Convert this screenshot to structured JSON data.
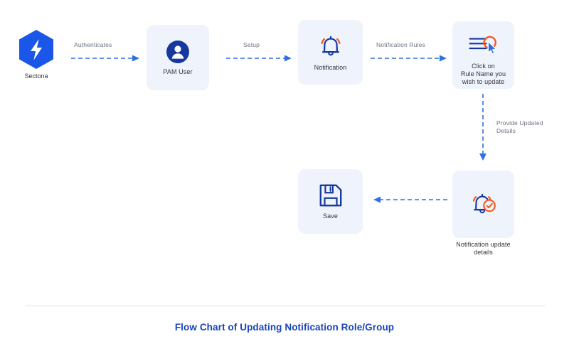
{
  "diagram": {
    "title": "Flow Chart of Updating Notification Role/Group",
    "colors": {
      "brand_blue": "#1a56e8",
      "deep_blue": "#17389e",
      "card_bg": "#eff3fc",
      "accent_orange": "#f4591d",
      "arrow_blue": "#2f6fe4",
      "label_gray": "#6b7280",
      "title_blue": "#1744b8",
      "divider_gray": "#e2e2e2"
    },
    "nodes": [
      {
        "id": "sectona",
        "label": "Sectona",
        "icon": "sectona-hexagon-bolt-icon",
        "shape": "hexagon"
      },
      {
        "id": "pam-user",
        "label": "PAM User",
        "icon": "user-avatar-icon",
        "shape": "card"
      },
      {
        "id": "notification",
        "label": "Notification",
        "icon": "bell-ringing-icon",
        "shape": "card"
      },
      {
        "id": "click-rule-name",
        "label": "Click on\nRule Name you\nwish to update",
        "icon": "list-cursor-click-icon",
        "shape": "card"
      },
      {
        "id": "notification-update-details",
        "label": "Notification update\ndetails",
        "icon": "bell-check-icon",
        "shape": "card"
      },
      {
        "id": "save",
        "label": "Save",
        "icon": "floppy-disk-save-icon",
        "shape": "card"
      }
    ],
    "connectors": [
      {
        "id": "c1",
        "label": "Authenticates",
        "from": "sectona",
        "to": "pam-user",
        "direction": "right",
        "style": "dashed"
      },
      {
        "id": "c2",
        "label": "Setup",
        "from": "pam-user",
        "to": "notification",
        "direction": "right",
        "style": "dashed"
      },
      {
        "id": "c3",
        "label": "Notification Rules",
        "from": "notification",
        "to": "click-rule-name",
        "direction": "right",
        "style": "dashed"
      },
      {
        "id": "c4",
        "label": "Provide Updated\nDetails",
        "from": "click-rule-name",
        "to": "notification-update-details",
        "direction": "down",
        "style": "dashed"
      },
      {
        "id": "c5",
        "label": "",
        "from": "notification-update-details",
        "to": "save",
        "direction": "left",
        "style": "dashed"
      }
    ]
  }
}
